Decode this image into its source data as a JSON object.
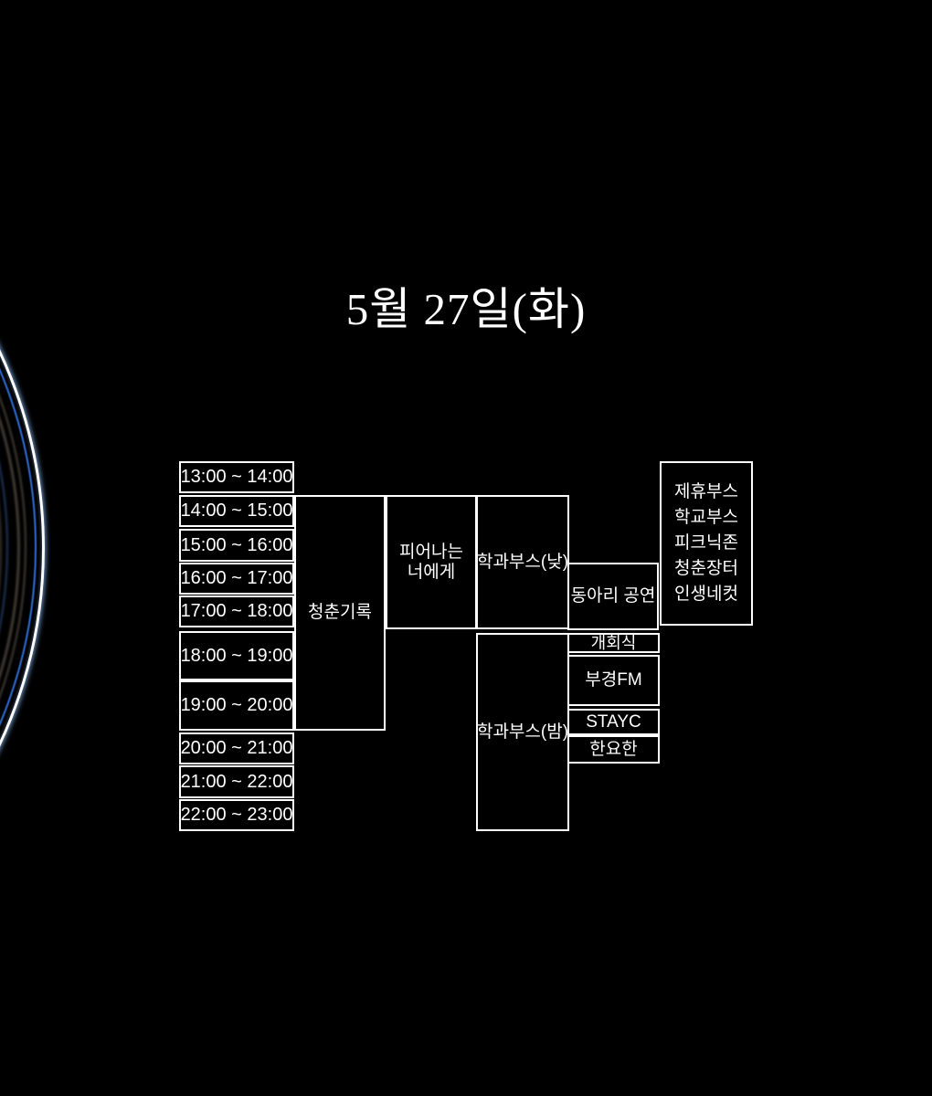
{
  "title": "5월 27일(화)",
  "schedule": {
    "time_slots": [
      "13:00 ~ 14:00",
      "14:00 ~ 15:00",
      "15:00 ~ 16:00",
      "16:00 ~ 17:00",
      "17:00 ~ 18:00",
      "18:00 ~ 19:00",
      "19:00 ~ 20:00",
      "20:00 ~ 21:00",
      "21:00 ~ 22:00",
      "22:00 ~ 23:00"
    ],
    "events": {
      "chungchun_girok": "청춘기록",
      "pieonaneun_lines": [
        "피어나는",
        "너에게"
      ],
      "dept_booth_day": "학과부스(낮)",
      "dept_booth_night": "학과부스(밤)",
      "club_performance": "동아리 공연",
      "opening_ceremony": "개회식",
      "bukyeong_fm": "부경FM",
      "stayc": "STAYC",
      "han_yohan": "한요한",
      "side_booths": [
        "제휴부스",
        "학교부스",
        "피크닉존",
        "청춘장터",
        "인생네컷"
      ]
    }
  },
  "colors": {
    "background": "#000000",
    "cell_border": "#ffffff",
    "text": "#ffffff",
    "ring_highlight": "#ffffff",
    "ring_blue": "#2f6fd8",
    "ring_gray": "#786a5c"
  }
}
